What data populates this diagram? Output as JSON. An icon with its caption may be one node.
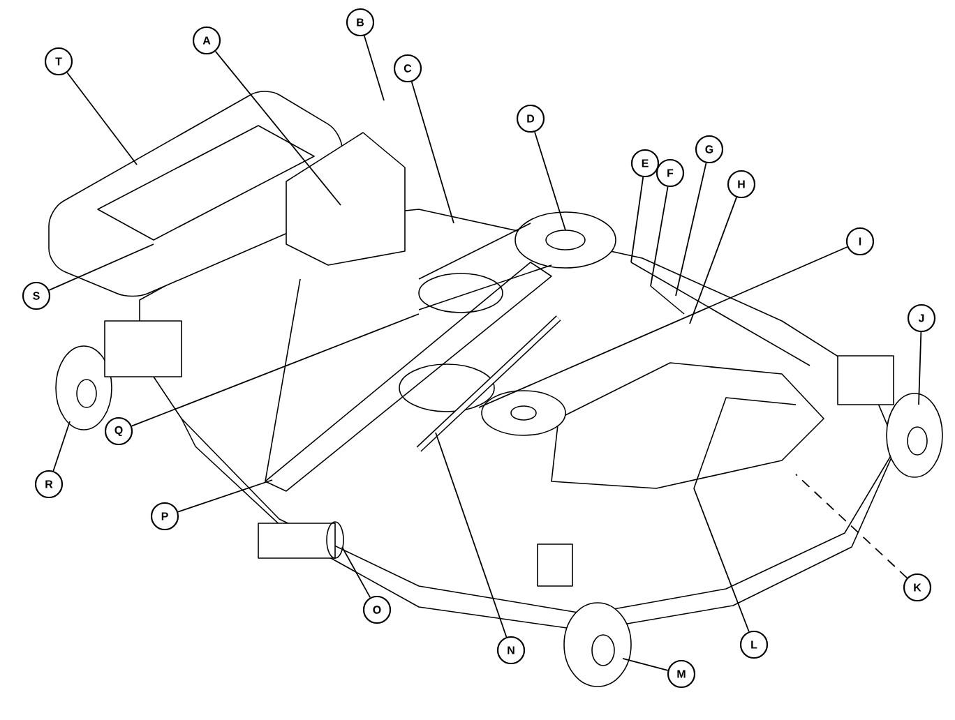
{
  "diagram": {
    "nodes": [
      {
        "text": [
          "A"
        ]
      },
      {
        "text": [
          "B"
        ]
      },
      {
        "text": [
          "C"
        ]
      },
      {
        "text": [
          "D"
        ]
      },
      {
        "text": [
          "E"
        ]
      },
      {
        "text": [
          "F"
        ]
      },
      {
        "text": [
          "G"
        ]
      },
      {
        "text": [
          "H"
        ]
      },
      {
        "text": [
          "I"
        ]
      },
      {
        "text": [
          "J"
        ]
      },
      {
        "text": [
          "K"
        ]
      },
      {
        "text": [
          "L"
        ]
      },
      {
        "text": [
          "M"
        ]
      },
      {
        "text": [
          "N"
        ]
      },
      {
        "text": [
          "O"
        ]
      },
      {
        "text": [
          "P"
        ]
      },
      {
        "text": [
          "Q"
        ]
      },
      {
        "text": [
          "R"
        ]
      },
      {
        "text": [
          "S"
        ]
      },
      {
        "text": [
          "T"
        ]
      }
    ],
    "edges": [
      {
        "from": 0,
        "to": null,
        "arrow": "none"
      },
      {
        "from": 1,
        "to": null,
        "arrow": "none"
      },
      {
        "from": 2,
        "to": null,
        "arrow": "none"
      },
      {
        "from": 3,
        "to": null,
        "arrow": "none"
      },
      {
        "from": 4,
        "to": null,
        "arrow": "none"
      },
      {
        "from": 5,
        "to": null,
        "arrow": "none"
      },
      {
        "from": 6,
        "to": null,
        "arrow": "none"
      },
      {
        "from": 7,
        "to": null,
        "arrow": "none"
      },
      {
        "from": 8,
        "to": null,
        "arrow": "none"
      },
      {
        "from": 9,
        "to": null,
        "arrow": "none"
      },
      {
        "from": 10,
        "to": null,
        "arrow": "none",
        "style": "dashed"
      },
      {
        "from": 11,
        "to": null,
        "arrow": "none"
      },
      {
        "from": 12,
        "to": null,
        "arrow": "none"
      },
      {
        "from": 13,
        "to": null,
        "arrow": "none"
      },
      {
        "from": 14,
        "to": null,
        "arrow": "none"
      },
      {
        "from": 15,
        "to": null,
        "arrow": "none"
      },
      {
        "from": 16,
        "to": null,
        "arrow": "none"
      },
      {
        "from": 17,
        "to": null,
        "arrow": "none"
      },
      {
        "from": 18,
        "to": null,
        "arrow": "none"
      },
      {
        "from": 19,
        "to": null,
        "arrow": "none"
      }
    ]
  }
}
